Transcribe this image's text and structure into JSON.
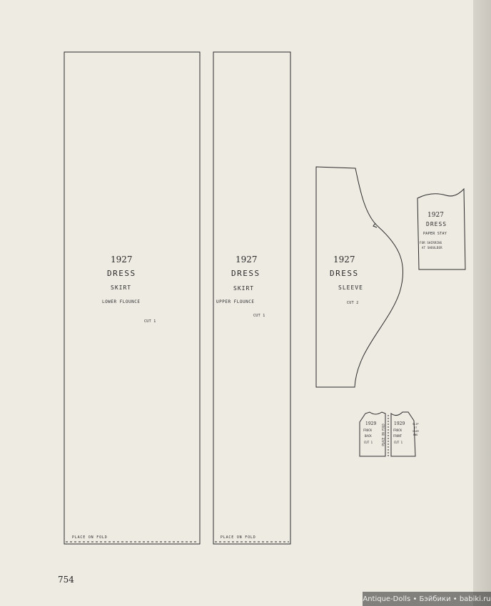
{
  "skirt_lower": {
    "year": "1927",
    "title": "DRESS",
    "part": "SKIRT",
    "piece": "LOWER FLOUNCE",
    "cut": "CUT 1",
    "fold": "PLACE ON FOLD"
  },
  "skirt_upper": {
    "year": "1927",
    "title": "DRESS",
    "part": "SKIRT",
    "piece": "UPPER FLOUNCE",
    "cut": "CUT 1",
    "fold": "PLACE ON FOLD"
  },
  "sleeve": {
    "year": "1927",
    "title": "DRESS",
    "part": "SLEEVE",
    "cut": "CUT 2"
  },
  "paper_stay": {
    "year": "1927",
    "title": "DRESS",
    "part": "PAPER STAY",
    "note1": "FOR SHIRRING",
    "note2": "AT SHOULDER"
  },
  "frock_back": {
    "year": "1929",
    "title": "FROCK",
    "part": "BACK",
    "cut": "CUT 1"
  },
  "frock_front": {
    "year": "1929",
    "title": "FROCK",
    "part": "FRONT",
    "cut": "CUT 1",
    "fold": "PLACE ON FOLD",
    "note1": "SLIP",
    "note2": "AT",
    "note3": "SEAM",
    "note4": "END"
  },
  "page_number": "754",
  "watermark": "Antique-Dolls • Бэйбики • babiki.ru"
}
